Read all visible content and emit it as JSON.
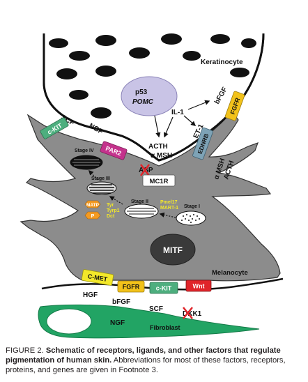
{
  "diagram": {
    "cells": {
      "keratinocyte": "Keratinocyte",
      "melanocyte": "Melanocyte",
      "fibroblast": "Fibroblast"
    },
    "nucleus": {
      "line1": "p53",
      "line2": "POMC"
    },
    "mitf": "MITF",
    "molecules": {
      "il1": "IL-1",
      "bfgf_top": "bFGF",
      "et1": "ET-1",
      "acth": "ACTH",
      "amsh": "α MSH",
      "asp": "ASP",
      "scf_top": "SCF",
      "ngf_top": "NGF",
      "amsh_acth_1": "α MSH",
      "amsh_acth_2": "ACTH",
      "hgf": "HGF",
      "bfgf_bottom": "bFGF",
      "scf_bottom": "SCF",
      "ngf_bottom": "NGF",
      "dkk1": "DKK1"
    },
    "receptors": {
      "ckit_top": "c-KIT",
      "par2": "PAR2",
      "mc1r": "MC1R",
      "ednrb": "EDNRB",
      "fgfr_top": "FGFR",
      "cmet": "C-MET",
      "fgfr_bottom": "FGFR",
      "ckit_bottom": "c-KIT",
      "wnt": "Wnt"
    },
    "stages": {
      "s1": "Stage I",
      "s2": "Stage II",
      "s3": "Stage III",
      "s4": "Stage IV"
    },
    "proteins": {
      "pmel17": "Pmel17",
      "mart1": "MART-1",
      "tyr": "Tyr",
      "tyrp1": "Tyrp1",
      "dct": "Dct",
      "mart_label": "MATP",
      "p_label": "P"
    },
    "colors": {
      "melanocyte": "#8c8c8c",
      "fibroblast": "#22a464",
      "nucleus": "#c9c4e6",
      "ckit": "#4dae7e",
      "par2": "#c4328c",
      "fgfr": "#f2c21b",
      "wnt": "#e0242a",
      "cmet": "#f3e82a",
      "ednrb": "#7ea3b6",
      "orange": "#f39a22"
    }
  },
  "caption": {
    "label": "FIGURE 2.",
    "title": "Schematic of receptors, ligands, and other factors that regulate pigmentation of human skin.",
    "text": "Abbreviations for most of these factors, receptors, proteins, and genes are given in Footnote 3."
  }
}
